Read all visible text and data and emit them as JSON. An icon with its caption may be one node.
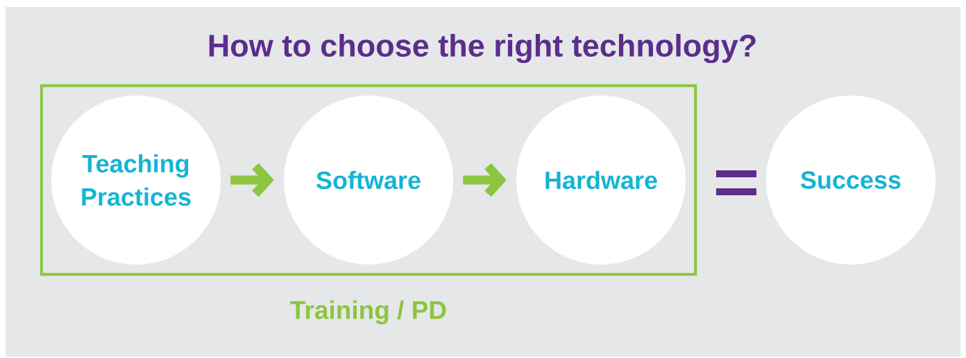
{
  "diagram": {
    "title": "How to choose the right technology?",
    "nodes": [
      {
        "text": [
          "Training / PD"
        ]
      },
      {
        "text": [
          "Teaching Practices"
        ],
        "in": 0
      },
      {
        "text": [
          "Software"
        ],
        "in": 0
      },
      {
        "text": [
          "Hardware"
        ],
        "in": 0
      },
      {
        "text": [
          "Success"
        ]
      }
    ],
    "edges": [
      {
        "from": 1,
        "to": 2,
        "arrow": "to"
      },
      {
        "from": 2,
        "to": 3,
        "arrow": "to"
      }
    ]
  }
}
